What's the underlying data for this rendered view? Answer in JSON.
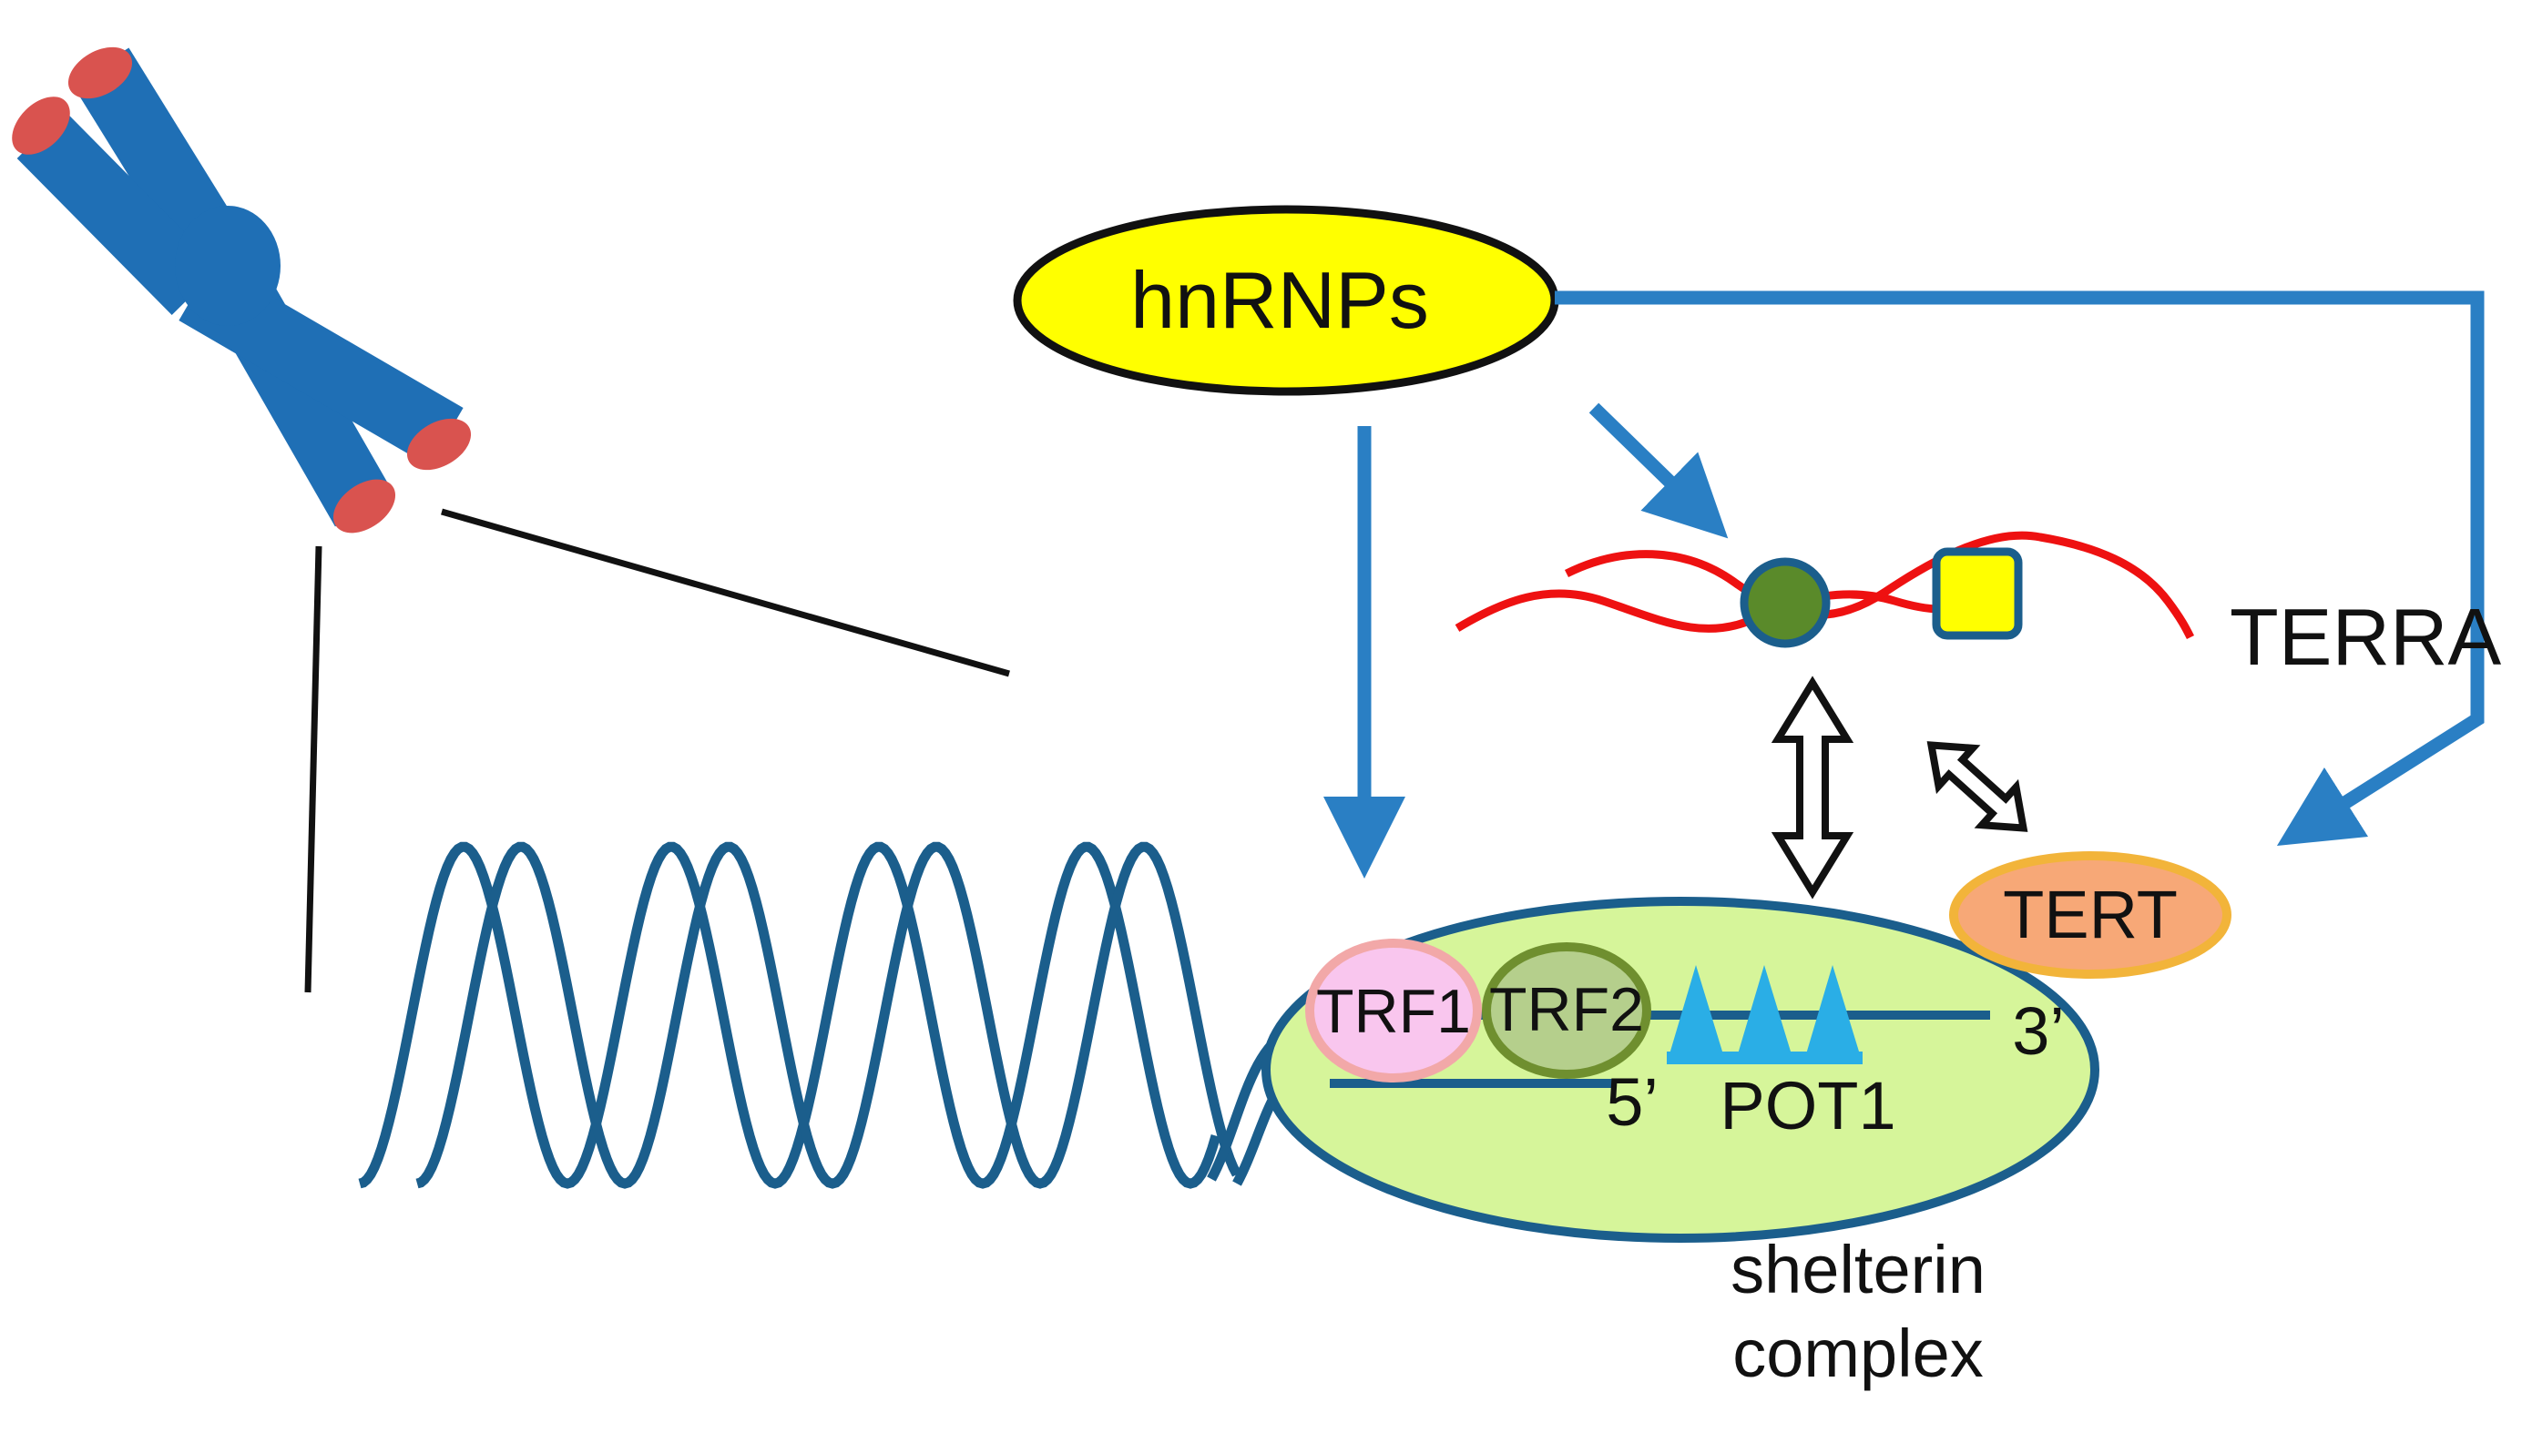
{
  "labels": {
    "hnrnps": "hnRNPs",
    "terra": "TERRA",
    "tert": "TERT",
    "trf1": "TRF1",
    "trf2": "TRF2",
    "pot1": "POT1",
    "five_prime": "5’",
    "three_prime": "3’",
    "shelterin_line1": "shelterin",
    "shelterin_line2": "complex"
  },
  "colors": {
    "chromosome": "#1f6fb5",
    "telomere_cap": "#d9534f",
    "dna_strand": "#1b5e8c",
    "regulation_arrow": "#2a7fc4",
    "hnrnps_fill": "#ffff00",
    "terra_rna": "#ee1111",
    "terra_circle": "#5a8a2a",
    "terra_square": "#ffff00",
    "shelterin_fill": "#d6f59a",
    "trf1_fill": "#f9c6ee",
    "trf2_fill": "#b5cf8c",
    "pot1_fill": "#2aaee6",
    "tert_fill": "#f7a877",
    "tert_border": "#f2b43a"
  },
  "icons": {
    "chromosome": "chromosome-icon",
    "interaction_arrow": "double-headed-arrow-icon"
  }
}
